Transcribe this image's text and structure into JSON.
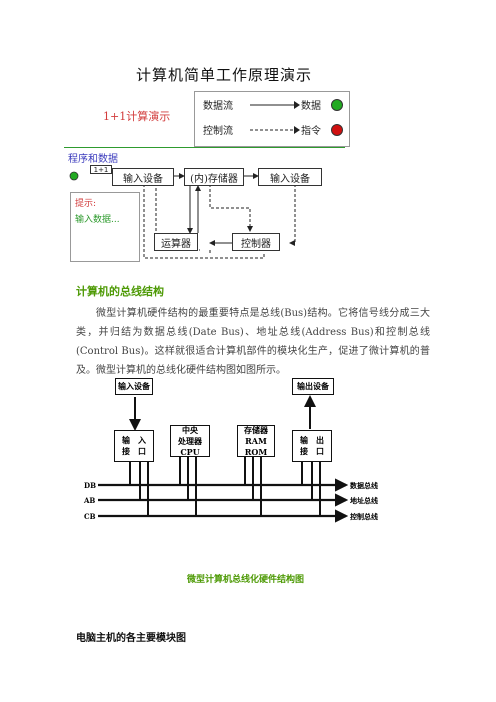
{
  "figure1": {
    "title": "计算机简单工作原理演示",
    "demo_label": "1+1计算演示",
    "legend": {
      "data_flow": "数据流",
      "control_flow": "控制流",
      "data": "数据",
      "instruction": "指令"
    },
    "program_label": "程序和数据",
    "small_input": "1+1",
    "boxes": {
      "input_device": "输入设备",
      "memory": "(内)存储器",
      "output_device": "输入设备",
      "alu": "运算器",
      "controller": "控制器"
    },
    "hint": {
      "title": "提示:",
      "text": "输入数据..."
    },
    "colors": {
      "accent_green": "#2e9b2e",
      "data_dot": "#22aa22",
      "instruction_dot": "#d01010",
      "title_red": "#d23c3c"
    }
  },
  "section1": {
    "heading": "计算机的总线结构",
    "paragraph": "微型计算机硬件结构的最重要特点是总线(Bus)结构。它将信号线分成三大类，并归结为数据总线(Date Bus)、地址总线(Address Bus)和控制总线(Control Bus)。这样就很适合计算机部件的模块化生产，促进了微计算机的普及。微型计算机的总线化硬件结构图如图所示。"
  },
  "figure2": {
    "input_device": "输入设备",
    "input_port_line1": "输　入",
    "input_port_line2": "接　口",
    "cpu_line1": "中央",
    "cpu_line2": "处理器",
    "cpu_line3": "CPU",
    "memory_line1": "存储器",
    "memory_line2": "RAM",
    "memory_line3": "ROM",
    "output_port_line1": "输　出",
    "output_port_line2": "接　口",
    "output_device": "输出设备",
    "bus_db": "DB",
    "bus_ab": "AB",
    "bus_cb": "CB",
    "data_bus": "数据总线",
    "address_bus": "地址总线",
    "control_bus": "控制总线",
    "caption": "微型计算机总线化硬件结构图"
  },
  "section2": {
    "heading": "电脑主机的各主要模块图"
  }
}
